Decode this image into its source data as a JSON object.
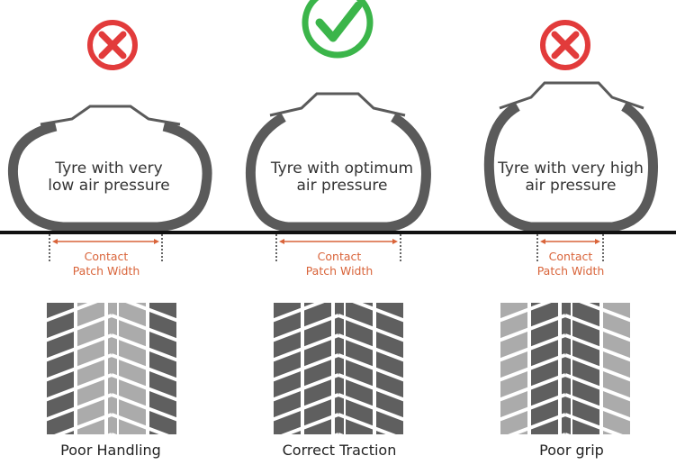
{
  "panels": [
    {
      "status": "wrong",
      "icon": "cross-icon",
      "tyre_label_1": "Tyre with very",
      "tyre_label_2": "low air pressure",
      "patch_1": "Contact",
      "patch_2": "Patch Width",
      "caption": "Poor Handling",
      "tread_shading": [
        "dark",
        "light",
        "light",
        "light",
        "dark"
      ]
    },
    {
      "status": "correct",
      "icon": "check-icon",
      "tyre_label_1": "Tyre with optimum",
      "tyre_label_2": "air pressure",
      "patch_1": "Contact",
      "patch_2": "Patch Width",
      "caption": "Correct Traction",
      "tread_shading": [
        "dark",
        "dark",
        "dark",
        "dark",
        "dark"
      ]
    },
    {
      "status": "wrong",
      "icon": "cross-icon",
      "tyre_label_1": "Tyre with very high",
      "tyre_label_2": "air pressure",
      "patch_1": "Contact",
      "patch_2": "Patch Width",
      "caption": "Poor grip",
      "tread_shading": [
        "light",
        "dark",
        "dark",
        "dark",
        "light"
      ]
    }
  ],
  "colors": {
    "wrong": "#e23b3b",
    "correct": "#3bb54a",
    "tyre": "#5a5a5a",
    "patch": "#d9643a",
    "dark": "#5f5f5f",
    "light": "#ababab"
  }
}
